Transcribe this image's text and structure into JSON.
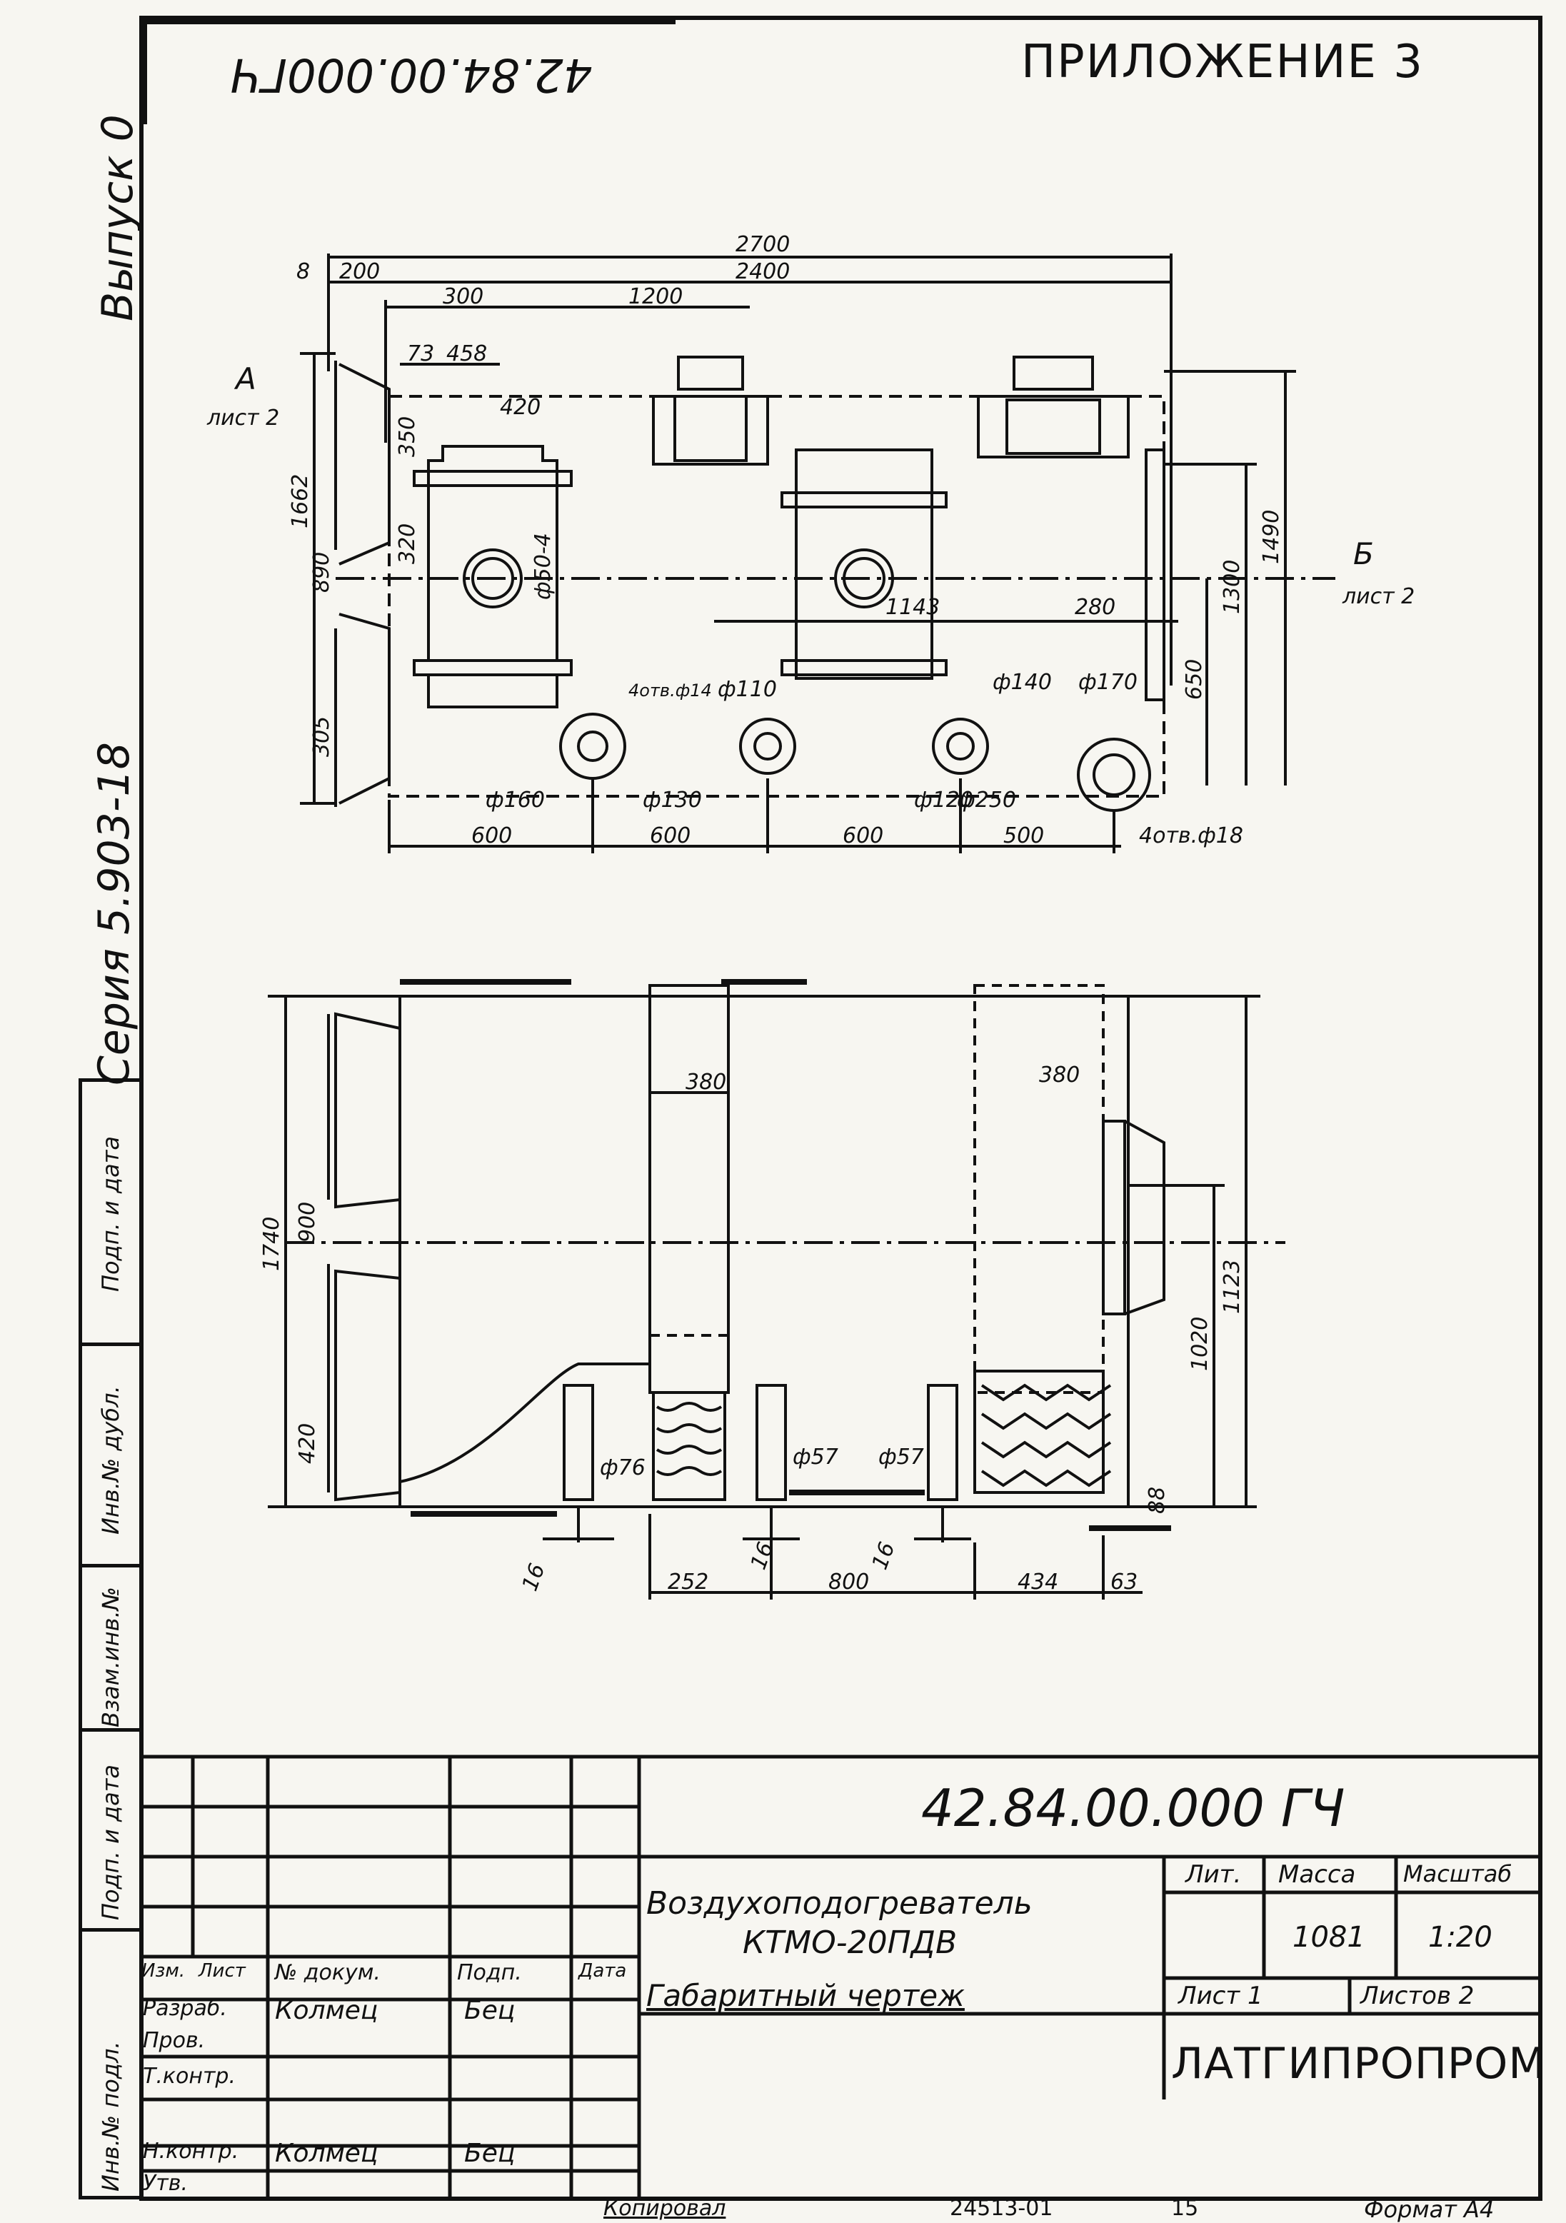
{
  "header": {
    "rotated_code": "42.84.00.000ГЧ",
    "appendix": "ПРИЛОЖЕНИЕ 3"
  },
  "side": {
    "issue": "Выпуск 0",
    "series": "Серия 5.903-18",
    "strip": [
      "Инв.№ подл.",
      "Подп. и дата",
      "Взам.инв.№",
      "Инв.№ дубл.",
      "Подп. и дата"
    ]
  },
  "plan_view": {
    "dims_top": [
      "2700",
      "2400",
      "8",
      "200",
      "300",
      "1200",
      "73",
      "458",
      "420"
    ],
    "dims_left": [
      "1662",
      "890",
      "320",
      "305",
      "350"
    ],
    "dims_right": [
      "1490",
      "1300",
      "650",
      "280"
    ],
    "dims_bottom": [
      "600",
      "600",
      "600",
      "500"
    ],
    "nozzle_labels": [
      "ф160",
      "ф130",
      "ф110",
      "ф140",
      "ф170",
      "ф120",
      "ф250",
      "4отв.ф14",
      "4отв.ф18"
    ],
    "section_a": "А",
    "section_a_sheet": "лист 2",
    "section_b": "Б",
    "section_b_sheet": "лист 2",
    "inner_labels": [
      "ф50-4",
      "1143"
    ]
  },
  "front_view": {
    "dims_left": [
      "1740",
      "900",
      "420"
    ],
    "dims_right": [
      "1123",
      "1020"
    ],
    "dims_bottom": [
      "252",
      "800",
      "434",
      "63"
    ],
    "pipe_labels": [
      "ф76",
      "ф57",
      "ф57"
    ],
    "inner_labels": [
      "380",
      "380",
      "88",
      "16",
      "16",
      "16"
    ]
  },
  "title_block": {
    "doc_code": "42.84.00.000 ГЧ",
    "product": "Воздухоподогреватель",
    "model": "КТМО-20ПДВ",
    "drawing_type": "Габаритный чертеж",
    "cols": {
      "izm": "Изм.",
      "list": "Лист",
      "doc": "№ докум.",
      "sign": "Подп.",
      "date": "Дата"
    },
    "roles": [
      {
        "role": "Разраб.",
        "name": "Колмец",
        "sign": "Бец"
      },
      {
        "role": "Пров.",
        "name": "",
        "sign": ""
      },
      {
        "role": "Т.контр.",
        "name": "",
        "sign": ""
      },
      {
        "role": "",
        "name": "",
        "sign": ""
      },
      {
        "role": "Н.контр.",
        "name": "Колмец",
        "sign": "Бец"
      },
      {
        "role": "Утв.",
        "name": "",
        "sign": ""
      }
    ],
    "lit_label": "Лит.",
    "mass_label": "Масса",
    "scale_label": "Масштаб",
    "mass": "1081",
    "scale": "1:20",
    "sheet_label": "Лист 1",
    "sheets_label": "Листов 2",
    "org": "ЛАТГИПРОПРОМ"
  },
  "footer": {
    "copied": "Копировал",
    "order": "24513-01",
    "num": "15",
    "format": "Формат А4"
  }
}
